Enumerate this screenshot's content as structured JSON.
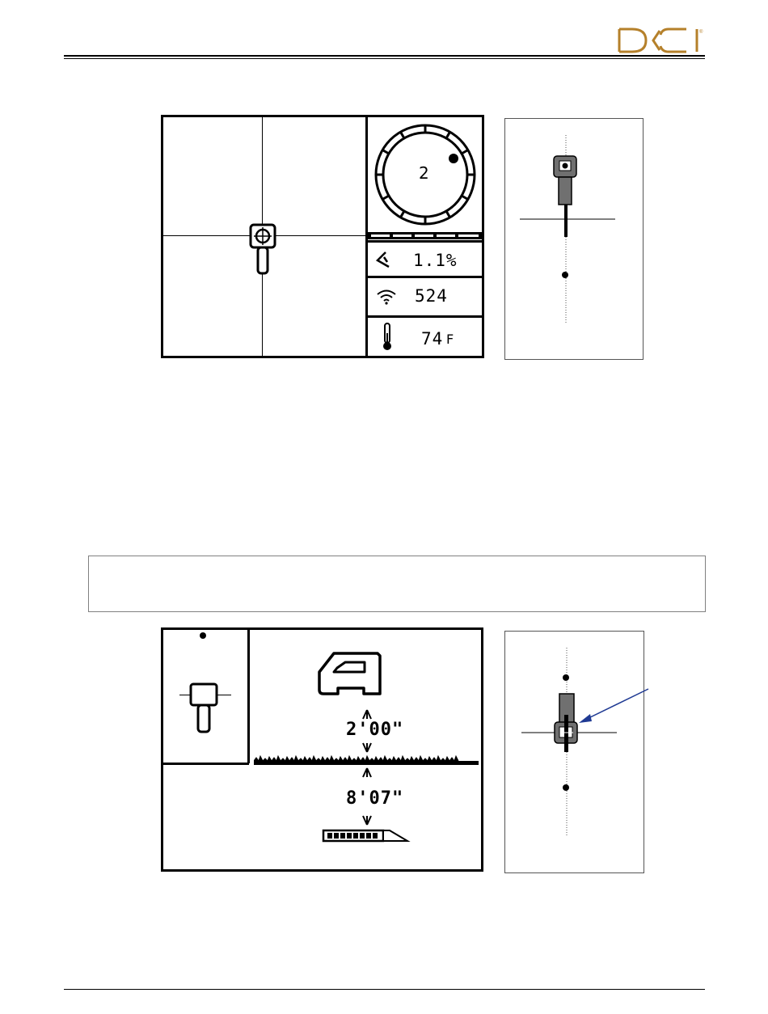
{
  "header": {
    "logo_text": "DCI",
    "logo_color": "#b5802a"
  },
  "figure1": {
    "dial_value": "2",
    "pitch_icon": "pitch-icon",
    "pitch_value": "1.1%",
    "signal_icon": "signal-icon",
    "signal_value": "524",
    "temperature_icon": "thermometer-icon",
    "temperature_value": "74",
    "temperature_unit": "F"
  },
  "figure2": {
    "receiver_to_ground": "2'00\"",
    "ground_to_transmitter": "8'07\""
  },
  "note": {
    "text": ""
  },
  "colors": {
    "arrow": "#1f3a93",
    "diagram_gray": "#707070"
  }
}
